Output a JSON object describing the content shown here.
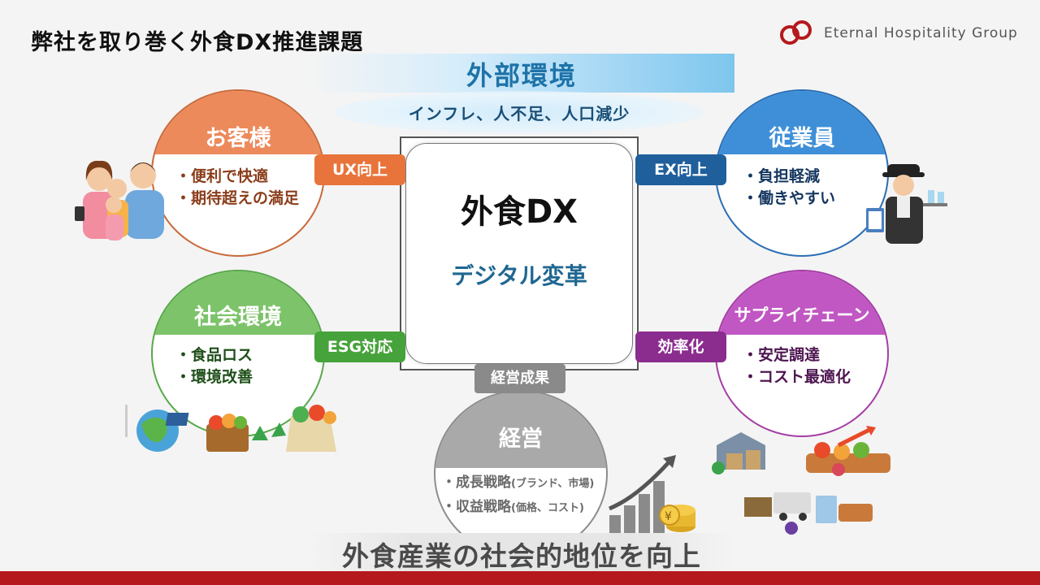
{
  "header": {
    "title": "弊社を取り巻く外食DX推進課題",
    "logo_text": "Eternal Hospitality Group",
    "logo_color": "#b5191d"
  },
  "external": {
    "title": "外部環境",
    "subtitle": "インフレ、人不足、人口減少"
  },
  "center": {
    "title": "外食DX",
    "subtitle": "デジタル変革"
  },
  "customer": {
    "title": "お客様",
    "items": [
      "・便利で快適",
      "・期待超えの満足"
    ],
    "connector": "UX向上",
    "color": "#ec8a5c"
  },
  "employee": {
    "title": "従業員",
    "items": [
      "・負担軽減",
      "・働きやすい"
    ],
    "connector": "EX向上",
    "color": "#3f8fd8"
  },
  "social": {
    "title": "社会環境",
    "items": [
      "・食品ロス",
      "・環境改善"
    ],
    "connector": "ESG対応",
    "color": "#7cc36a"
  },
  "supply": {
    "title": "サプライチェーン",
    "items": [
      "・安定調達",
      "・コスト最適化"
    ],
    "connector": "効率化",
    "color": "#c157c3"
  },
  "management": {
    "title": "経営",
    "items": [
      {
        "main": "・成長戦略",
        "note": "(ブランド、市場)"
      },
      {
        "main": "・収益戦略",
        "note": "(価格、コスト)"
      }
    ],
    "connector": "経営成果",
    "color": "#a9a9a9"
  },
  "footer": {
    "goal": "外食産業の社会的地位を向上",
    "bar_color": "#b5191d"
  },
  "icons": {
    "customer": "family-illustration",
    "employee": "waiter-illustration",
    "social": "eco-produce-illustration",
    "supply": "logistics-illustration",
    "management": "growth-coins-illustration",
    "logo": "interlocking-rings-logo"
  }
}
